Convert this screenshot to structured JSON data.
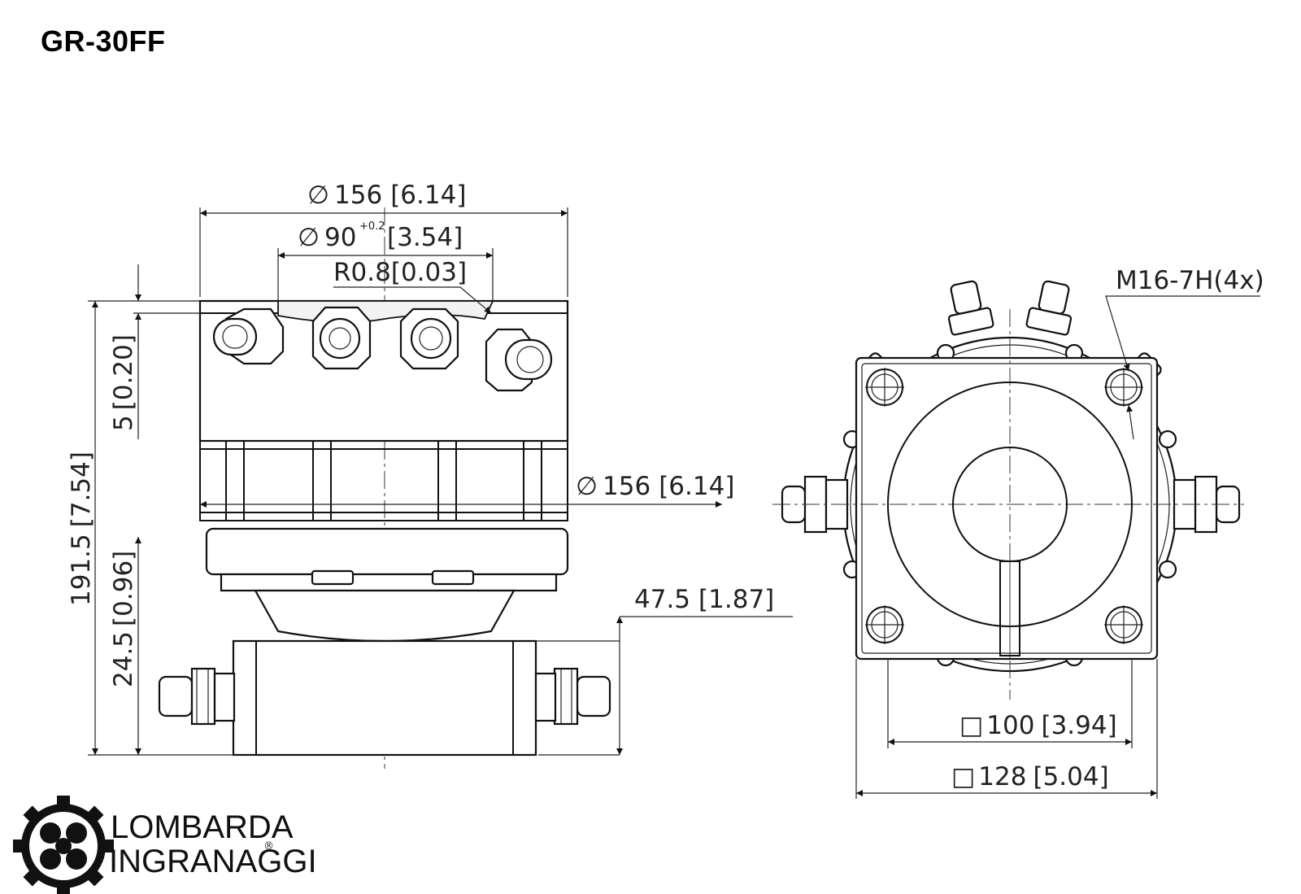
{
  "title": "GR-30FF",
  "side_view": {
    "dia_outer_top": {
      "value": "156",
      "inch": "6.14"
    },
    "dia_bore": {
      "value": "90",
      "tolerance": "+0.2",
      "inch": "3.54"
    },
    "radius": {
      "value": "R0.8",
      "inch": "0.03"
    },
    "dia_outer_mid": {
      "value": "156",
      "inch": "6.14"
    },
    "height_total": {
      "value": "191.5",
      "inch": "7.54"
    },
    "height_step": {
      "value": "5",
      "inch": "0.20"
    },
    "height_bottom": {
      "value": "24.5",
      "inch": "0.96"
    },
    "port_offset": {
      "value": "47.5",
      "inch": "1.87"
    }
  },
  "top_view": {
    "thread": "M16-7H(4x)",
    "square_inner": {
      "value": "100",
      "inch": "3.94"
    },
    "square_outer": {
      "value": "128",
      "inch": "5.04"
    }
  },
  "logo": {
    "line1": "LOMBARDA",
    "line2": "INGRANAGGI",
    "registered": "®"
  },
  "symbols": {
    "diameter": "∅",
    "square": "□"
  }
}
